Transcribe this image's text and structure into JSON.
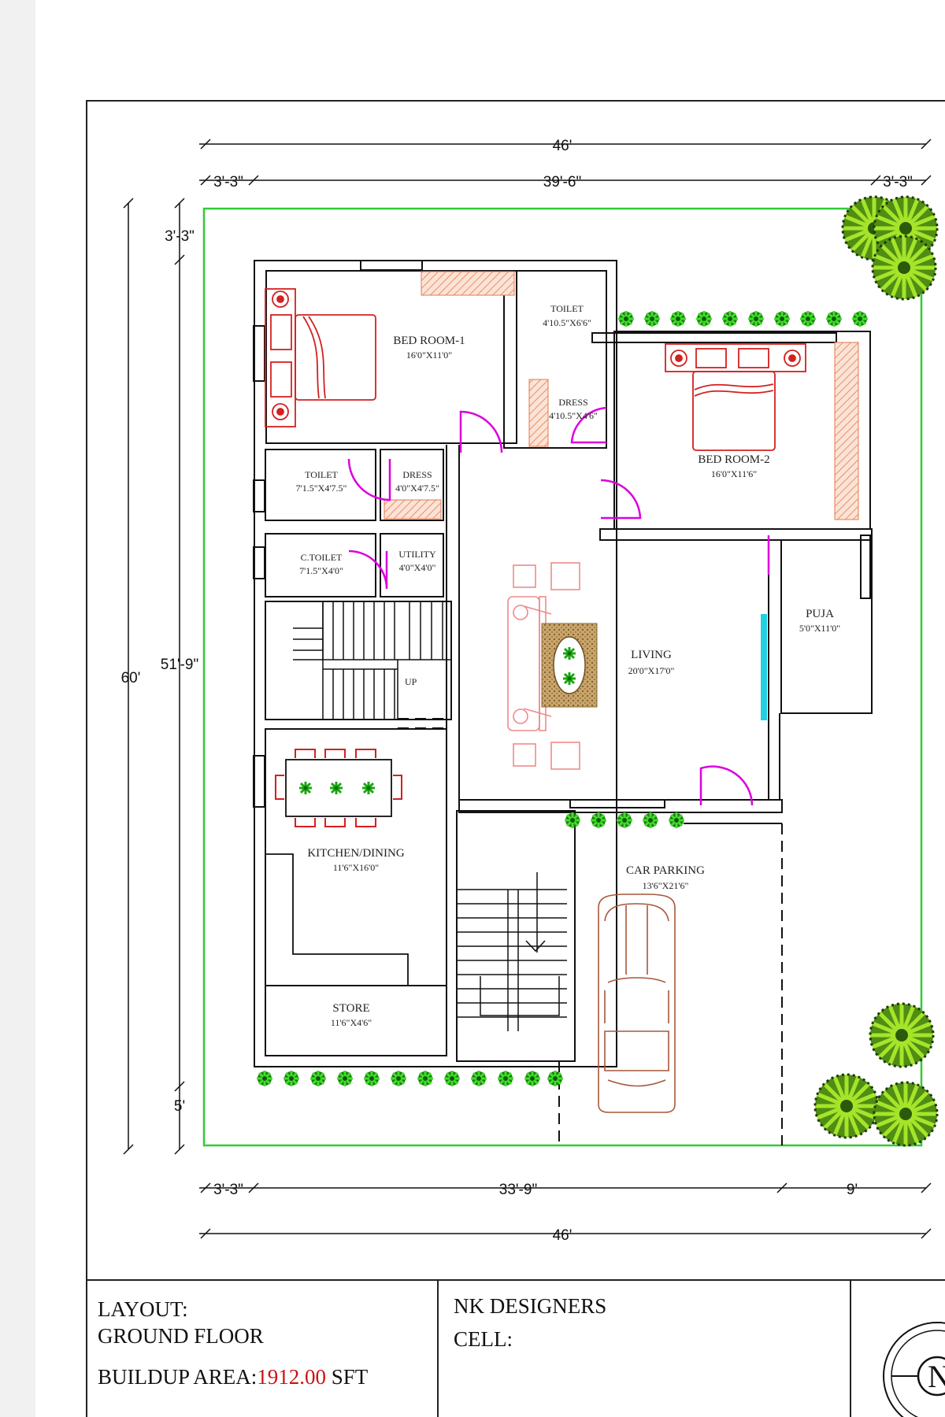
{
  "dimensions": {
    "top_total": "46'",
    "top_left": "3'-3\"",
    "top_mid": "39'-6\"",
    "top_right": "3'-3\"",
    "left_total": "60'",
    "left_plot": "51'-9\"",
    "left_top": "3'-3\"",
    "left_bottom": "5'",
    "bottom_left": "3'-3\"",
    "bottom_mid": "33'-9\"",
    "bottom_right": "9'",
    "bottom_total": "46'"
  },
  "rooms": {
    "bed1": {
      "name": "BED ROOM-1",
      "size": "16'0\"X11'0\""
    },
    "toilet_top": {
      "name": "TOILET",
      "size": "4'10.5\"X6'6\""
    },
    "dress_top": {
      "name": "DRESS",
      "size": "4'10.5\"X4'6\""
    },
    "bed2": {
      "name": "BED ROOM-2",
      "size": "16'0\"X11'6\""
    },
    "toilet_left": {
      "name": "TOILET",
      "size": "7'1.5\"X4'7.5\""
    },
    "dress_left": {
      "name": "DRESS",
      "size": "4'0\"X4'7.5\""
    },
    "ctoilet": {
      "name": "C.TOILET",
      "size": "7'1.5\"X4'0\""
    },
    "utility": {
      "name": "UTILITY",
      "size": "4'0\"X4'0\""
    },
    "puja": {
      "name": "PUJA",
      "size": "5'0\"X11'0\""
    },
    "living": {
      "name": "LIVING",
      "size": "20'0\"X17'0\""
    },
    "stair_up": {
      "name": "UP"
    },
    "kitchen": {
      "name": "KITCHEN/DINING",
      "size": "11'6\"X16'0\""
    },
    "car": {
      "name": "CAR PARKING",
      "size": "13'6\"X21'6\""
    },
    "store": {
      "name": "STORE",
      "size": "11'6\"X4'6\""
    }
  },
  "title_block": {
    "layout_label": "LAYOUT:",
    "floor": "GROUND FLOOR",
    "area_label": "BUILDUP AREA:",
    "area_value": "1912.00",
    "area_unit": "SFT",
    "company": "NK DESIGNERS",
    "cell_label": "CELL:",
    "north_letter": "N"
  },
  "colors": {
    "wall": "#111111",
    "plot_boundary": "#33cc33",
    "door": "#dd00dd",
    "bed": "#d42020",
    "sofa": "#f08a8a",
    "tree_light": "#8fd51a",
    "tree_dark": "#2f6b12",
    "area_value": "#cc1111",
    "window_glass": "#22d0e0"
  }
}
